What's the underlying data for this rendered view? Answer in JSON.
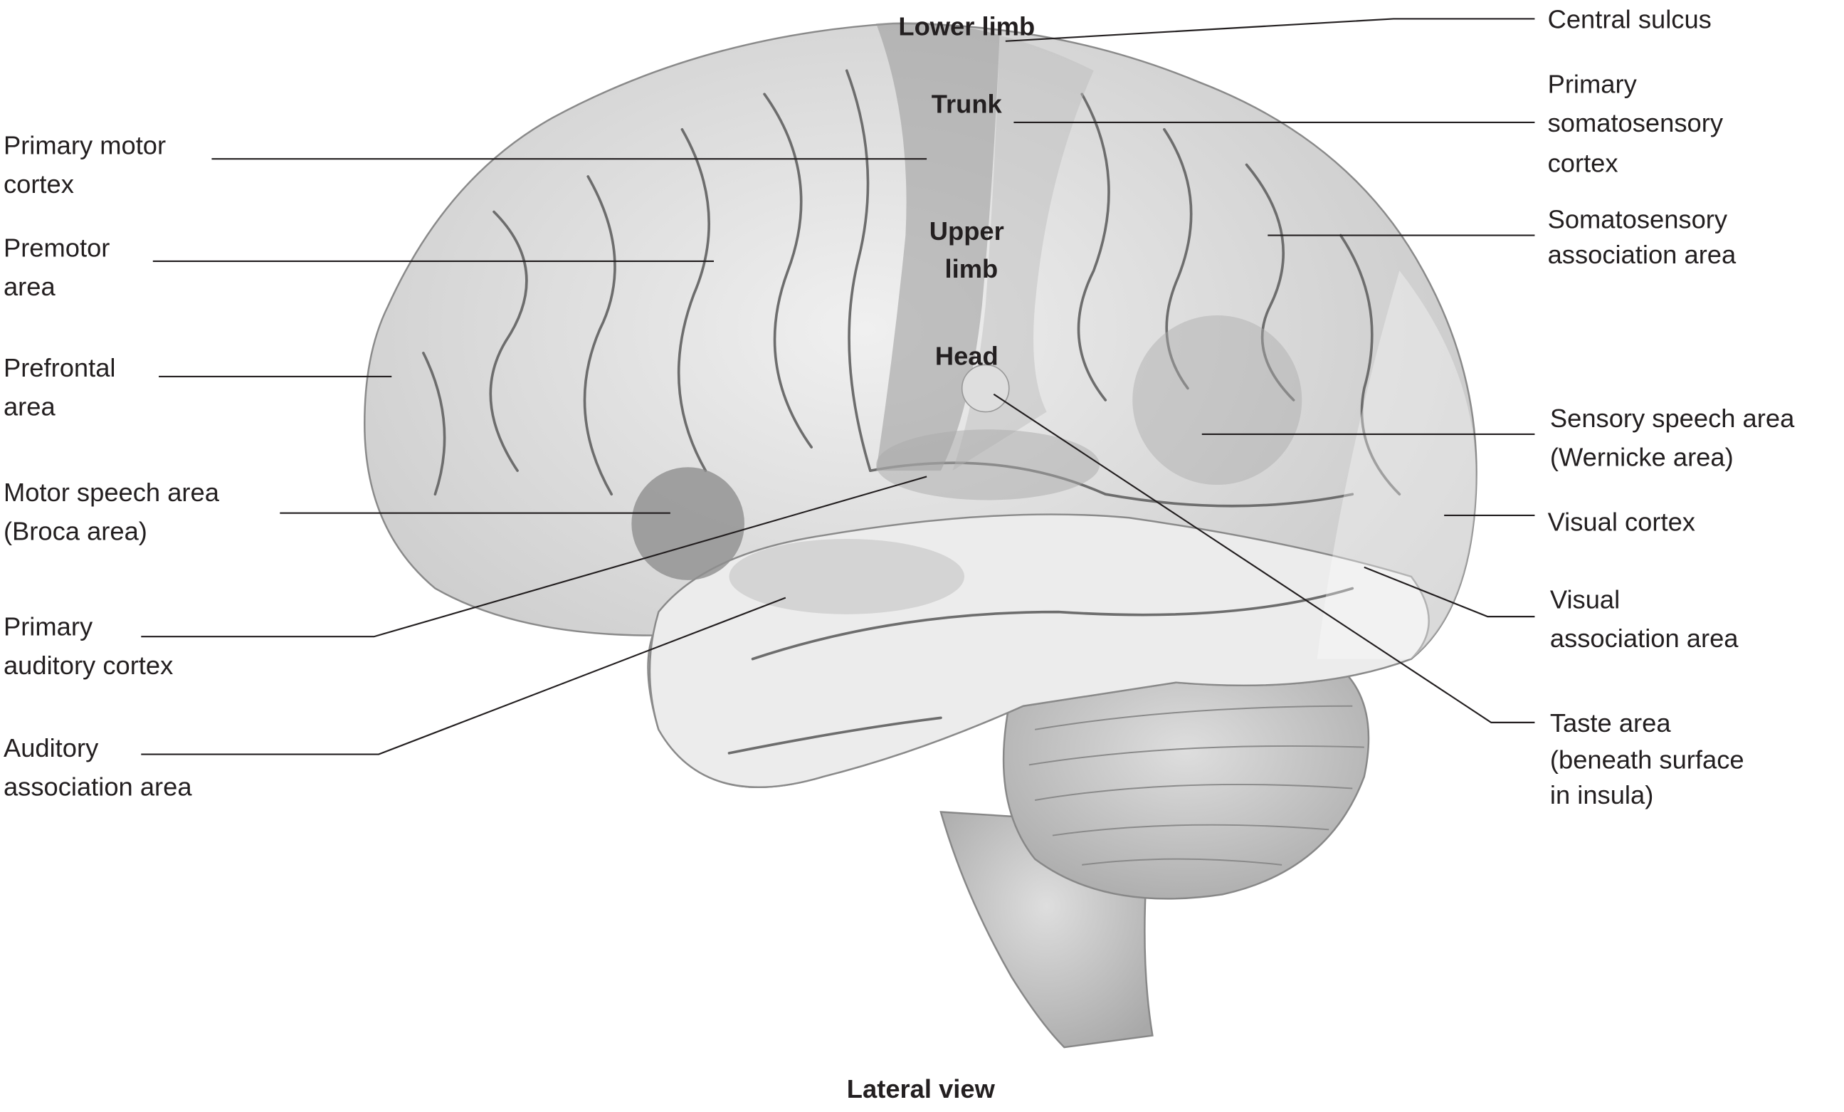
{
  "figure": {
    "caption": "Lateral view",
    "motor_strip_labels": [
      "Lower limb",
      "Trunk",
      "Upper",
      "limb",
      "Head"
    ],
    "left_labels": [
      {
        "lines": [
          "Primary motor",
          "cortex"
        ]
      },
      {
        "lines": [
          "Premotor",
          "area"
        ]
      },
      {
        "lines": [
          "Prefrontal",
          "area"
        ]
      },
      {
        "lines": [
          "Motor speech area",
          "(Broca area)"
        ]
      },
      {
        "lines": [
          "Primary",
          "auditory cortex"
        ]
      },
      {
        "lines": [
          "Auditory",
          "association area"
        ]
      }
    ],
    "right_labels": [
      {
        "lines": [
          "Central sulcus"
        ]
      },
      {
        "lines": [
          "Primary",
          "somatosensory",
          "cortex"
        ]
      },
      {
        "lines": [
          "Somatosensory",
          "association area"
        ]
      },
      {
        "lines": [
          "Sensory speech area",
          "(Wernicke area)"
        ]
      },
      {
        "lines": [
          "Visual cortex"
        ]
      },
      {
        "lines": [
          "Visual",
          "association area"
        ]
      },
      {
        "lines": [
          "Taste area",
          "(beneath surface",
          "in insula)"
        ]
      }
    ]
  },
  "colors": {
    "line": "#231f20",
    "brain": "#e4e4e4",
    "highlight": "#a9a9a9"
  }
}
